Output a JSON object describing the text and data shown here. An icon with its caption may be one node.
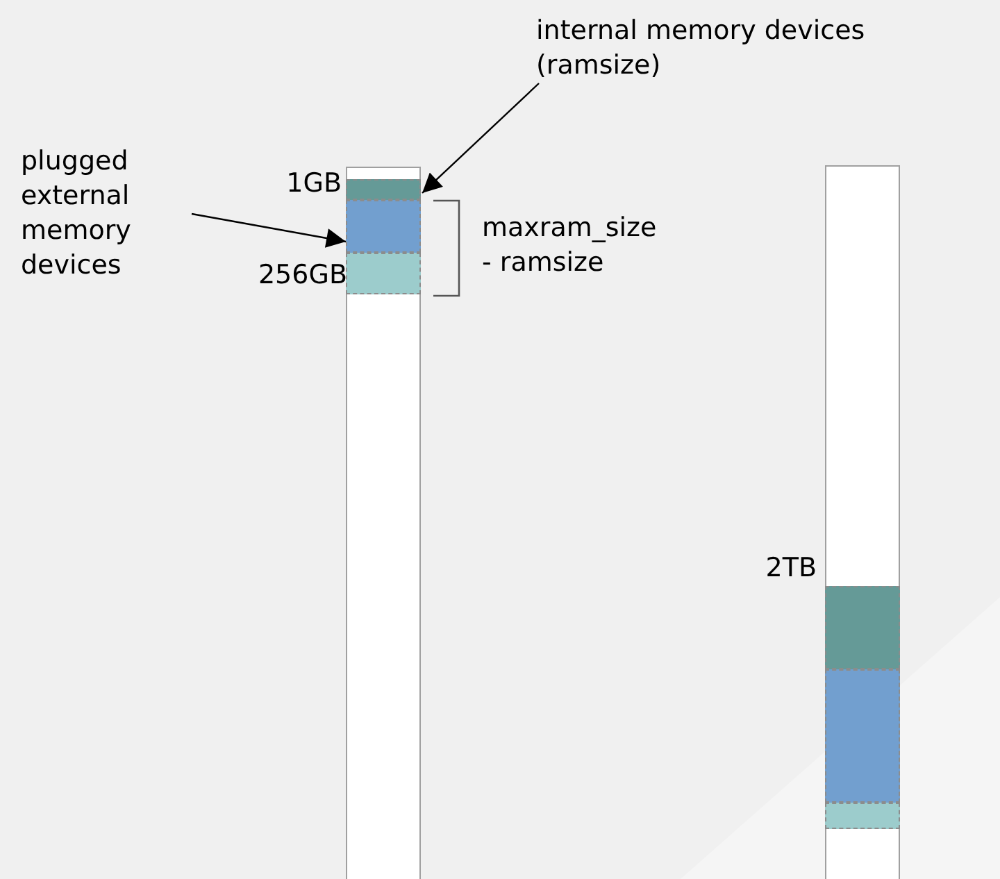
{
  "diagram": {
    "nodes": [
      {
        "text": [],
        "shape": "bar"
      },
      {
        "text": [],
        "shape": "bar",
        "in": 0
      },
      {
        "text": [],
        "shape": "bar",
        "in": 0
      },
      {
        "text": [],
        "shape": "bar",
        "in": 0
      },
      {
        "text": [],
        "shape": "bar"
      },
      {
        "text": [],
        "shape": "bar",
        "in": 4
      },
      {
        "text": [],
        "shape": "bar",
        "in": 4
      },
      {
        "text": [],
        "shape": "bar",
        "in": 4
      },
      {
        "text": [
          "internal memory devices (ramsize)"
        ]
      },
      {
        "text": [
          "plugged external memory devices"
        ]
      }
    ],
    "edges": [
      {
        "from": 8,
        "to": 1,
        "arrow": "to"
      },
      {
        "from": 9,
        "to": 2,
        "arrow": "to"
      }
    ],
    "labels": [
      "1GB",
      "256GB",
      "maxram_size - ramsize",
      "2TB"
    ]
  }
}
